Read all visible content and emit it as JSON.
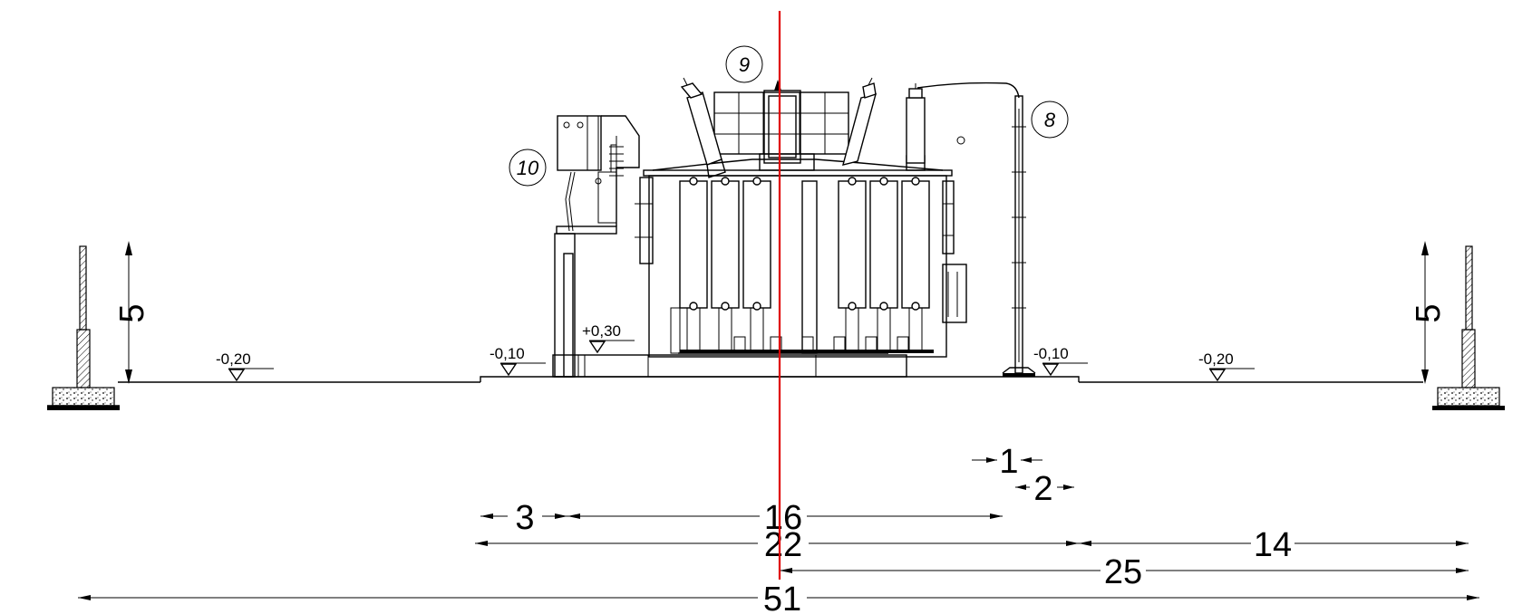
{
  "callouts": {
    "c8": "8",
    "c9": "9",
    "c10": "10"
  },
  "levels": {
    "left_outer": "-0,20",
    "left_inner": "-0,10",
    "top_pad": "+0,30",
    "right_inner": "-0,10",
    "right_outer": "-0,20"
  },
  "dimensions": {
    "wall_left": "5",
    "wall_right": "5",
    "d1": "1",
    "d2": "2",
    "d3": "3",
    "d16": "16",
    "d22": "22",
    "d14": "14",
    "d25": "25",
    "d51": "51"
  },
  "colors": {
    "centerline": "#e00000",
    "lines": "#000000"
  }
}
